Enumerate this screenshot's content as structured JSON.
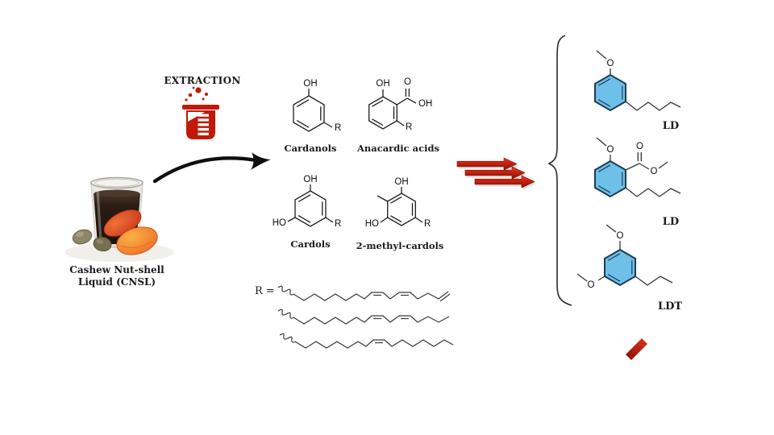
{
  "extraction": {
    "label": "EXTRACTION"
  },
  "source": {
    "caption_line1": "Cashew Nut-shell",
    "caption_line2": "Liquid (CNSL)"
  },
  "atoms": {
    "oh": "OH",
    "ho": "HO",
    "o": "O",
    "r": "R"
  },
  "r_group": {
    "label": "R ="
  },
  "components": [
    {
      "name": "Cardanols"
    },
    {
      "name": "Anacardic acids"
    },
    {
      "name": "Cardols"
    },
    {
      "name": "2-methyl-cardols"
    }
  ],
  "products": [
    {
      "label": "LD"
    },
    {
      "label": "LD"
    },
    {
      "label": "LDT"
    }
  ],
  "icons": {
    "extraction": "beaker-icon",
    "reaction": "triple-arrow-icon",
    "grouping": "curly-brace",
    "decoration": "red-stroke"
  },
  "colors": {
    "accent_red": "#c21807",
    "arrow_red": "#c8230f",
    "ring_fill": "#6fc0e8",
    "ring_stroke": "#1d3c55"
  }
}
